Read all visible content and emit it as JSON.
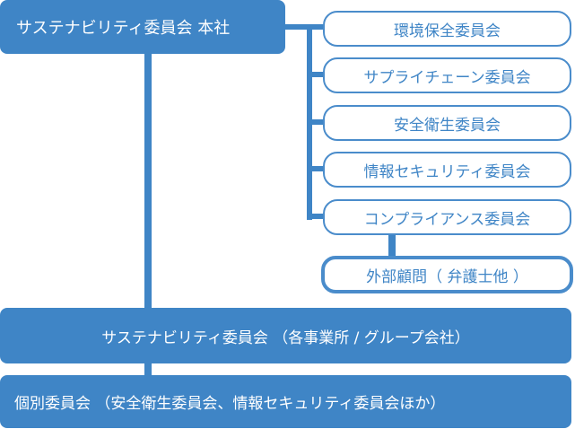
{
  "top": {
    "title": "サステナビリティ委員会 本社"
  },
  "committees": [
    "環境保全委員会",
    "サプライチェーン委員会",
    "安全衛生委員会",
    "情報セキュリティ委員会",
    "コンプライアンス委員会"
  ],
  "external": "外部顧問（ 弁護士他 ）",
  "site_committee": "サステナビリティ委員会 （各事業所 / グループ会社）",
  "individual_committee": "個別委員会 （安全衛生委員会、情報セキュリティ委員会ほか）",
  "colors": {
    "accent": "#3f85c6"
  }
}
